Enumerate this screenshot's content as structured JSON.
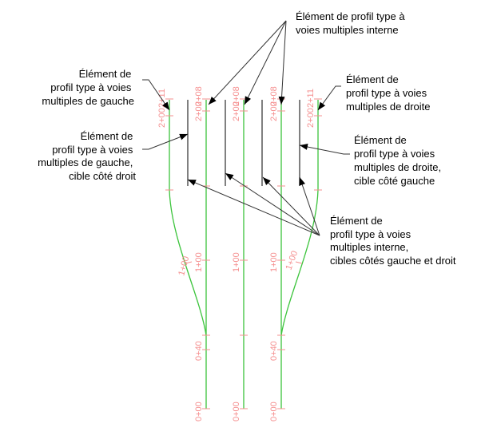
{
  "callouts": {
    "interior": [
      "Élément de profil type à",
      "voies multiples interne"
    ],
    "left": [
      "Élément de",
      "profil type à voies",
      "multiples de gauche"
    ],
    "left_target": [
      "Élément de",
      "profil type à voies",
      "multiples de gauche,",
      "cible côté droit"
    ],
    "right": [
      "Élément de",
      "profil type à voies",
      "multiples de droite"
    ],
    "right_target": [
      "Élément de",
      "profil type à voies",
      "multiples de droite,",
      "cible côté gauche"
    ],
    "interior_targets": [
      "Élément de",
      "profil type à voies",
      "multiples interne,",
      "cibles côtés gauche et droit"
    ]
  },
  "stations": {
    "top_outer_a": "2+00",
    "top_outer_b": "2+11",
    "top_inner_a": "2+00",
    "top_inner_b": "2+08",
    "s100": "1+00",
    "s040": "0+40",
    "s000": "0+00"
  },
  "colors": {
    "alignment": "#3cc43c",
    "station_label": "#f58f8f",
    "assembly": "#555555"
  }
}
